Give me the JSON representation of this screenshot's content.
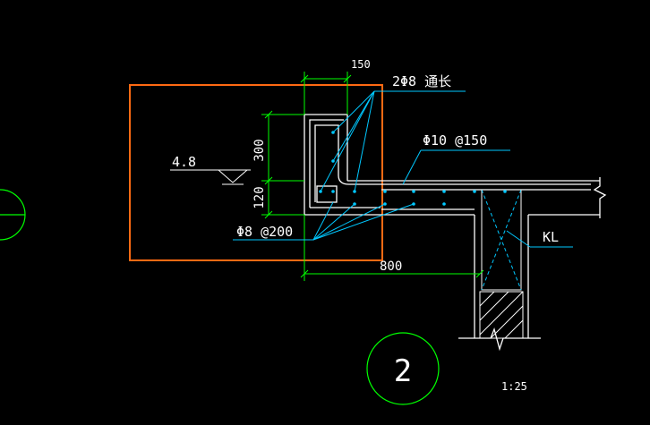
{
  "drawing": {
    "elevation": "4.8",
    "dim_top_width": "150",
    "dim_height_upper": "300",
    "dim_height_lower": "120",
    "dim_bottom_width": "800",
    "rebar_top_label": "2Φ8 通长",
    "rebar_slab_label": "Φ10 @150",
    "rebar_stirrup_label": "Φ8 @200",
    "beam_label": "KL",
    "detail_number": "2",
    "scale": "1:25"
  },
  "colors": {
    "background": "#000000",
    "concrete_outline": "#ffffff",
    "dimension_line": "#00ff00",
    "leader_line": "#00c8ff",
    "highlight_box": "#ff6a13",
    "axis_bubble": "#00ff00"
  }
}
